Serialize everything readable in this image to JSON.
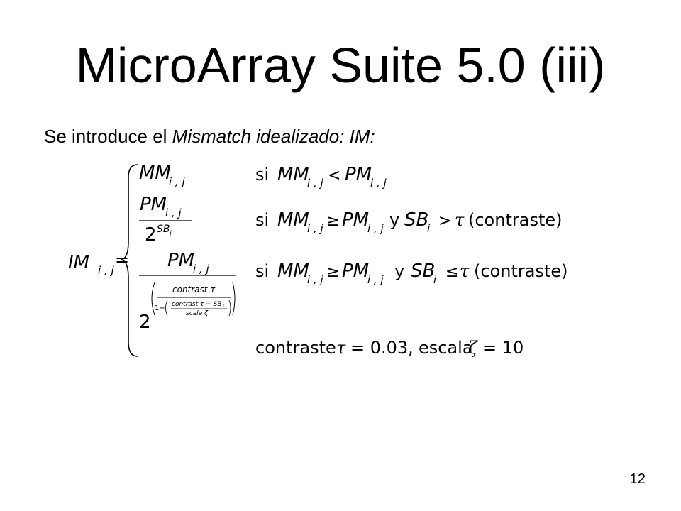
{
  "slide": {
    "title": "MicroArray Suite 5.0 (iii)",
    "intro_prefix": "Se introduce el ",
    "intro_italic": "Mismatch idealizado: IM:",
    "page_number": "12"
  },
  "formula": {
    "lhs": {
      "symbol": "IM",
      "subscript": "i , j",
      "equals": "="
    },
    "cases": [
      {
        "value": "MM",
        "value_sub": "i , j",
        "condition": "si MM i , j < PM i , j"
      },
      {
        "numerator": "PM",
        "numerator_sub": "i , j",
        "denominator_base": "2",
        "denominator_exp": "SB",
        "denominator_exp_sub": "i",
        "condition": "si MM i , j ≥ PM i , j y SB i > τ (contraste)"
      },
      {
        "numerator": "PM",
        "numerator_sub": "i , j",
        "denominator_base": "2",
        "exp_numerator": "contrast τ",
        "exp_inner_numerator": "contrast τ − SB",
        "exp_inner_numerator_sub": "i",
        "exp_inner_denominator": "scale ζ",
        "exp_one_plus": "1+",
        "condition": "si MM i , j ≥ PM i , j y SB i ≤ τ (contraste)"
      }
    ],
    "parameters": "contraste τ = 0.03, escala ζ = 10",
    "words": {
      "si": "si",
      "y": "y",
      "contraste_paren": "(contraste)",
      "contraste": "contraste",
      "escala": "escala",
      "value_tau": "= 0.03,",
      "value_zeta": "= 10",
      "tau": "τ",
      "zeta": "ζ",
      "lt": "<",
      "gt": ">",
      "ge": "≥",
      "le": "≤",
      "MM": "MM",
      "PM": "PM",
      "SB": "SB",
      "sub_ij": "i , j",
      "sub_i": "i"
    }
  }
}
